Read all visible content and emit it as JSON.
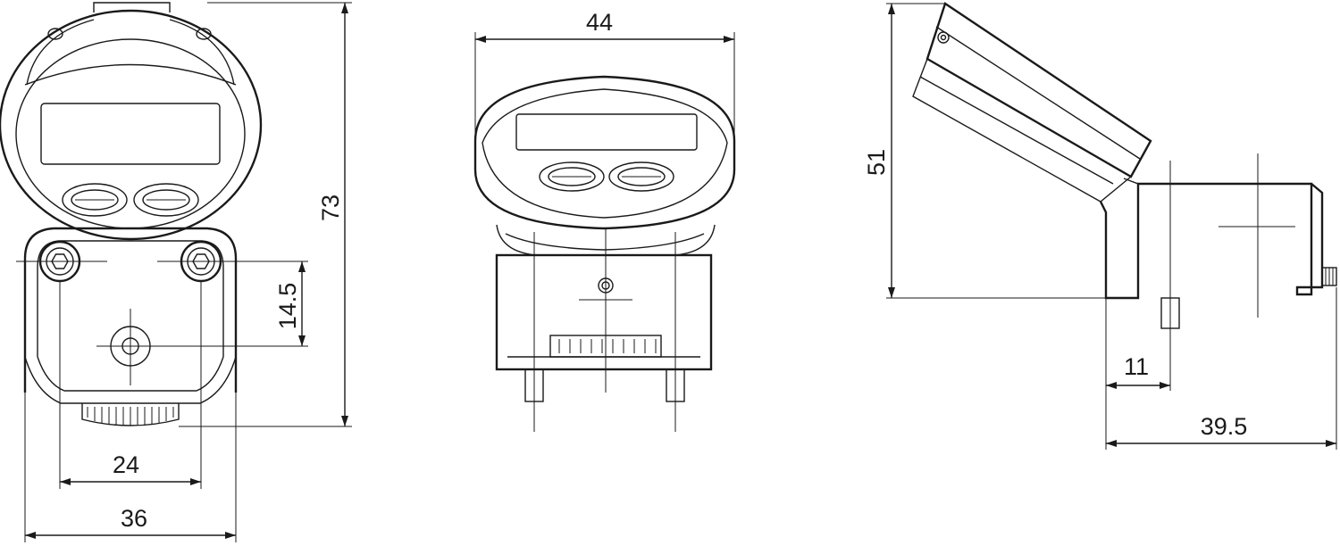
{
  "dimensions": {
    "front_height": "73",
    "front_mount_vertical": "14.5",
    "front_hole_spacing": "24",
    "front_width": "36",
    "top_width": "44",
    "side_height": "51",
    "side_pin_offset": "11",
    "side_depth": "39.5"
  }
}
